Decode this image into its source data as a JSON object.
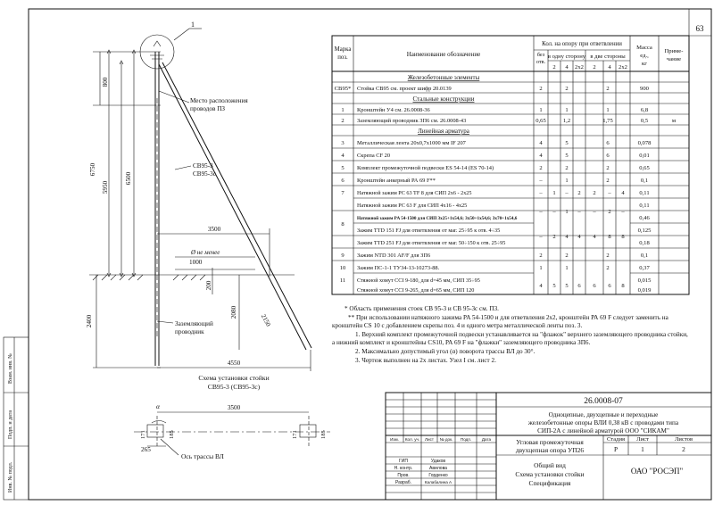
{
  "sheet_no": "63",
  "drawing": {
    "callout_1": "1",
    "label_wire_location": [
      "Место расположения",
      "проводов ПЗ"
    ],
    "label_pole": [
      "СВ95-3",
      "СВ95-3с"
    ],
    "label_ground": [
      "Заземляющий",
      "проводник"
    ],
    "min_label": "Ø не менее",
    "min_value": "1000",
    "dim_800": "800",
    "dim_6750": "6750",
    "dim_5950": "5950",
    "dim_6500": "6500",
    "dim_3500_top": "3500",
    "dim_200": "200",
    "dim_2400": "2400",
    "dim_2080": "2080",
    "dim_2150": "2150",
    "dim_4550": "4550",
    "caption": [
      "Схема установки стойки",
      "СВ95-3 (СВ95-3с)"
    ],
    "plan_dim_3500": "3500",
    "plan_dim_171_left": "171",
    "plan_dim_185_left": "185",
    "plan_dim_171_right": "171",
    "plan_dim_185_right": "185",
    "plan_dim_265": "265",
    "plan_alpha": "α",
    "plan_axis_label": "Ось трассы ВЛ"
  },
  "left_margin": [
    "Взам. инв. №",
    "Подп. и дата",
    "Инв. № подл."
  ],
  "spec_table": {
    "h_mark": [
      "Марка",
      "поз."
    ],
    "h_name": "Наименование обозначение",
    "h_qty": "Кол. на опору при ответвлении",
    "h_none": [
      "без",
      "отв."
    ],
    "h_one_side": "в одну сторону",
    "h_two_sides": "в две стороны",
    "h_sub": [
      "2",
      "4",
      "2х2",
      "2",
      "4",
      "2х2"
    ],
    "h_mass": [
      "Масса",
      "ед.,",
      "кг"
    ],
    "h_note": [
      "Приме-",
      "чание"
    ],
    "sections": [
      "Железобетонные элементы",
      "Стальные конструкции",
      "Линейная арматура"
    ],
    "rows": [
      {
        "pos": "СВ95*",
        "name": "Стойка СВ95 см. проект шифр 20.0139",
        "none": "2",
        "one": "2",
        "two": "2",
        "mass": "900",
        "note": ""
      },
      {
        "pos": "1",
        "name": "Кронштейн У4 см. 26.0008-36",
        "none": "1",
        "one": "1",
        "two": "1",
        "mass": "6,8",
        "note": ""
      },
      {
        "pos": "2",
        "name": "Заземляющий проводник ЗП6 см. 26.0008-43",
        "none": "0,65",
        "one": "1,2",
        "two": "1,75",
        "mass": "0,5",
        "note": "м"
      },
      {
        "pos": "3",
        "name": "Металлическая лента 20х0,7х1000 мм IF 207",
        "none": "4",
        "one": "5",
        "two": "6",
        "mass": "0,078",
        "note": ""
      },
      {
        "pos": "4",
        "name": "Скрепа CF 20",
        "none": "4",
        "one": "5",
        "two": "6",
        "mass": "0,01",
        "note": ""
      },
      {
        "pos": "5",
        "name": "Комплект промежуточной подвески ES 54-14 (ES 70-14)",
        "none": "2",
        "one": "2",
        "two": "2",
        "mass": "0,65",
        "note": ""
      },
      {
        "pos": "6",
        "name": "Кронштейн анкерный РА 69 F**",
        "none": "–",
        "one": "1",
        "two": "2",
        "mass": "0,1",
        "note": ""
      }
    ],
    "row7": {
      "pos": "7",
      "name": "Натяжной зажим PC 63 TF 8 для СИП 2х6 - 2х25",
      "c1": "–",
      "c2": "1",
      "c3": "–",
      "c4": "2",
      "c5": "2",
      "c6": "–",
      "c7": "4",
      "mass": "0,11"
    },
    "row7b": {
      "name": "Натяжной зажим PC 63 F для СИП 4х16 - 4х25",
      "c1": "–",
      "c2": "–",
      "c3": "1",
      "c4": "–",
      "c5": "–",
      "c6": "2",
      "c7": "–",
      "mass": "0,11"
    },
    "row7c": {
      "name": "Натяжной зажим PA 54-1500 для СИП 3х25+1х54,6; 3х50+1х54,6; 3х70+1х54,6",
      "mass": "0,46"
    },
    "row8a": {
      "pos": "8",
      "name": "Зажим TTD 151 FJ для ответвления от маг. 25÷95 к отв. 4÷35",
      "mass": "0,125"
    },
    "row8b": {
      "name": "Зажим TTD 251 FJ для ответвления от маг. 50÷150 к отв. 25÷95",
      "mass": "0,18"
    },
    "row8_vals": [
      "–",
      "2",
      "4",
      "4",
      "4",
      "8",
      "8"
    ],
    "row9": {
      "pos": "9",
      "name": "Зажим NTD 301 AF/F для ЗП6",
      "none": "2",
      "one": "2",
      "two": "2",
      "mass": "0,1"
    },
    "row10": {
      "pos": "10",
      "name": "Зажим ПС-1-1 ТУ34-13-10273-88.",
      "none": "1",
      "one": "1",
      "two": "2",
      "mass": "0,37"
    },
    "row11a": {
      "pos": "11",
      "name": "Стяжной хомут CCI 9-180, для d=45 мм, СИП 35÷95",
      "mass": "0,015"
    },
    "row11b": {
      "name": "Стяжной хомут CCI 9-265, для d=65 мм, СИП 120",
      "mass": "0,019"
    },
    "row11_vals": [
      "4",
      "5",
      "5",
      "6",
      "6",
      "6",
      "8"
    ]
  },
  "notes": {
    "n_star": "* Область применения стоек СВ 95-3 и СВ 95-3с см. П3.",
    "n_dstar": "** При использовании натяжного зажима  PA 54-1500 и для ответвления 2х2, кронштейн РА 69 F следует заменить на кронштейн CS 10 с добавлением скрепы поз. 4 и одного метра металлической ленты поз. 3.",
    "n1": "1. Верхний комплект промежуточной подвески устанавливается на \"флажок\" верхнего  заземляющего проводника стойки, а нижний комплект и кронштейны CS10, РА 69 F на \"флажки\" заземляющего проводника ЗП6.",
    "n2": "2. Максимально допустимый угол (α) поворота трассы ВЛ до 30°.",
    "n3": "3. Чертеж выполнен на 2х листах. Узел I см. лист 2."
  },
  "title_block": {
    "code": "26.0008-07",
    "project": [
      "Одноцепные, двухцепные и переходные",
      "железобетонные опоры ВЛИ 0,38 кВ с проводами типа",
      "СИП-2А с линейной арматурой ООО \"СИКАМ\""
    ],
    "col_heads": [
      "Изм.",
      "Кол. уч.",
      "Лист",
      "№ док.",
      "Подп.",
      "Дата"
    ],
    "title": [
      "Угловая промежуточная",
      "двухцепная опора УП26"
    ],
    "stage_head": "Стадия",
    "sheet_head": "Лист",
    "sheets_head": "Листов",
    "stage": "Р",
    "sheet": "1",
    "sheets": "2",
    "sub": [
      "Общий вид",
      "Схема установки стойки",
      "Спецификация"
    ],
    "org": "ОАО \"РОСЭП\"",
    "roles": [
      {
        "role": "ГИП",
        "name": "Удаков"
      },
      {
        "role": "Н. контр.",
        "name": "Авилова"
      },
      {
        "role": "Пров.",
        "name": "Горденко"
      },
      {
        "role": "Разраб.",
        "name": "Калабалина А"
      }
    ]
  }
}
